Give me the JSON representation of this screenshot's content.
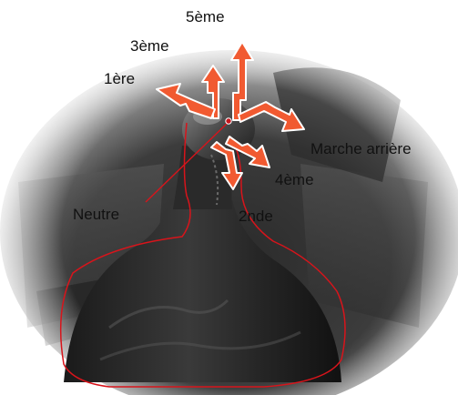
{
  "diagram": {
    "labels": {
      "fifth": "5ème",
      "third": "3ème",
      "first": "1ère",
      "reverse": "Marche arrière",
      "fourth": "4ème",
      "neutral": "Neutre",
      "second": "2nde"
    },
    "colors": {
      "arrow_fill": "#f15a31",
      "arrow_stroke": "#ffffff",
      "outline": "#d8141b",
      "neutral_dot": "#c8161d",
      "vignette": "#ffffff"
    }
  }
}
